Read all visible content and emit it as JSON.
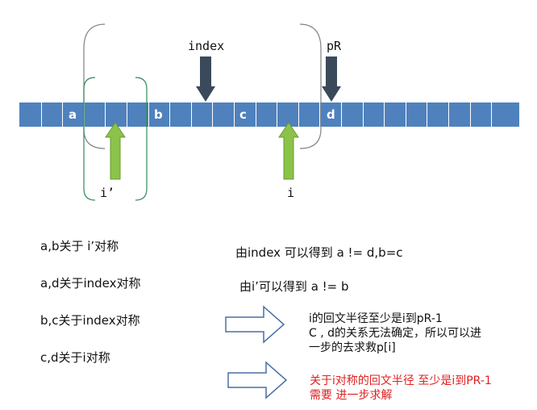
{
  "labels": {
    "index": "index",
    "pR": "pR",
    "i_prime": "i’",
    "i": "i"
  },
  "cells": {
    "a": "a",
    "b": "b",
    "c": "c",
    "d": "d"
  },
  "statements": [
    "a,b关于 i’对称",
    "a,d关于index对称",
    "b,c关于index对称",
    "c,d关于i对称"
  ],
  "derivations": [
    "由index 可以得到 a != d,b=c",
    "由i’可以得到 a != b"
  ],
  "notes": {
    "note1_line1": "i的回文半径至少是i到pR-1",
    "note1_line2": "C , d的关系无法确定，所以可以进",
    "note1_line3": "一步的去求救p[i]",
    "note2_line1": "关于i对称的回文半径 至少是i到PR-1",
    "note2_line2": "需要 进一步求解"
  },
  "colors": {
    "cell_fill": "#4f81bd",
    "cell_border": "#ffffff",
    "down_arrow": "#3b4a5a",
    "up_arrow": "#8bc34a",
    "outer_bracket": "#808080",
    "inner_bracket": "#2e8b57",
    "note_red": "#e02020",
    "outline_arrow": "#4a6fa5"
  }
}
